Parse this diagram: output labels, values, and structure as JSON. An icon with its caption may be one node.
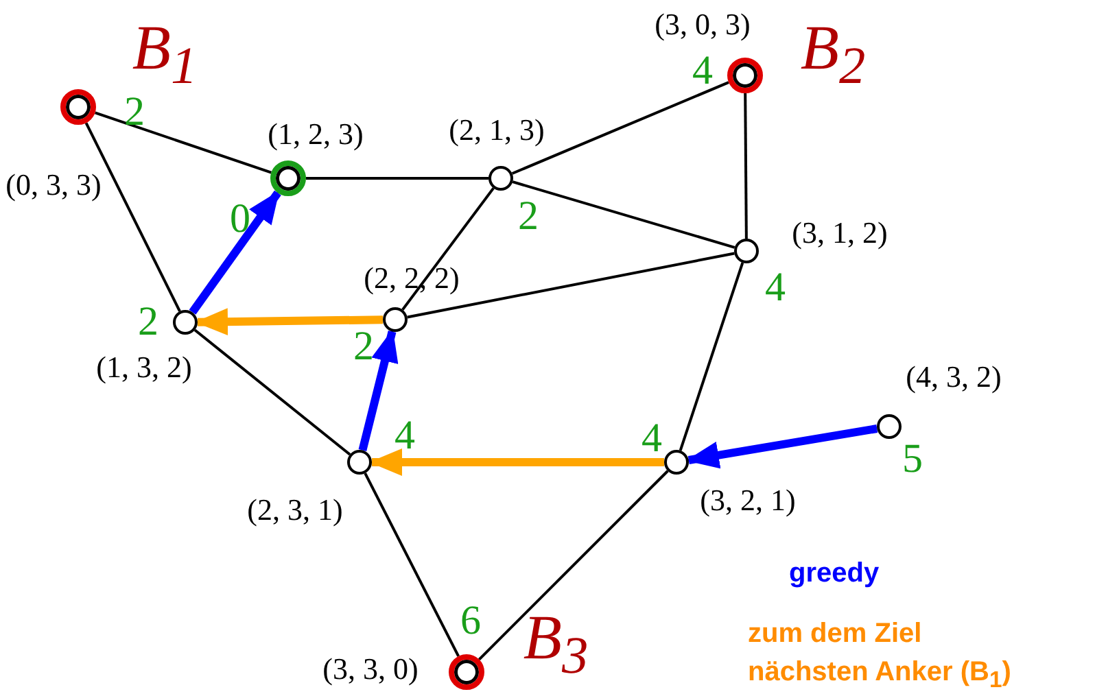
{
  "diagram": {
    "nodes": [
      {
        "text": [],
        "shape": "circle",
        "beside": [
          "B$_{1}$",
          "2",
          "(0, 3, 3)"
        ]
      },
      {
        "text": [],
        "shape": "circle",
        "beside": [
          "(1, 2, 3)",
          "0"
        ]
      },
      {
        "text": [],
        "shape": "circle",
        "beside": [
          "(2, 1, 3)",
          "2"
        ]
      },
      {
        "text": [],
        "shape": "circle",
        "beside": [
          "(3, 0, 3)",
          "4",
          "B$_{2}$"
        ]
      },
      {
        "text": [],
        "shape": "circle",
        "beside": [
          "(3, 1, 2)",
          "4"
        ]
      },
      {
        "text": [],
        "shape": "circle",
        "beside": [
          "(2, 2, 2)",
          "2"
        ]
      },
      {
        "text": [],
        "shape": "circle",
        "beside": [
          "2",
          "(1, 3, 2)"
        ]
      },
      {
        "text": [],
        "shape": "circle",
        "beside": [
          "4",
          "(2, 3, 1)"
        ]
      },
      {
        "text": [],
        "shape": "circle",
        "beside": [
          "4",
          "(3, 2, 1)"
        ]
      },
      {
        "text": [],
        "shape": "circle",
        "beside": [
          "(4, 3, 2)",
          "5"
        ]
      },
      {
        "text": [],
        "shape": "circle",
        "beside": [
          "(3, 3, 0)",
          "6",
          "B$_{3}$"
        ]
      }
    ],
    "edges": [
      {
        "from": 0,
        "to": 1,
        "arrow": "none"
      },
      {
        "from": 0,
        "to": 6,
        "arrow": "none"
      },
      {
        "from": 1,
        "to": 2,
        "arrow": "none"
      },
      {
        "from": 2,
        "to": 3,
        "arrow": "none"
      },
      {
        "from": 2,
        "to": 4,
        "arrow": "none"
      },
      {
        "from": 2,
        "to": 5,
        "arrow": "none"
      },
      {
        "from": 3,
        "to": 4,
        "arrow": "none"
      },
      {
        "from": 5,
        "to": 4,
        "arrow": "none"
      },
      {
        "from": 6,
        "to": 7,
        "arrow": "none"
      },
      {
        "from": 4,
        "to": 8,
        "arrow": "none"
      },
      {
        "from": 7,
        "to": 10,
        "arrow": "none"
      },
      {
        "from": 8,
        "to": 10,
        "arrow": "none"
      },
      {
        "from": 9,
        "to": 8,
        "arrow": "to",
        "style": "thick",
        "color": "#0000ff"
      },
      {
        "from": 8,
        "to": 7,
        "arrow": "to",
        "style": "thick",
        "color": "#ffa500"
      },
      {
        "from": 7,
        "to": 5,
        "arrow": "to",
        "style": "thick",
        "color": "#0000ff"
      },
      {
        "from": 5,
        "to": 6,
        "arrow": "to",
        "style": "thick",
        "color": "#ffa500"
      },
      {
        "from": 6,
        "to": 1,
        "arrow": "to",
        "style": "thick",
        "color": "#0000ff"
      }
    ],
    "legend": [
      {
        "text": "greedy",
        "color": "#0000ff"
      },
      {
        "text": "zum dem Ziel nächsten Anker (B$_{1}$)",
        "color": "#ff8c00"
      }
    ]
  }
}
